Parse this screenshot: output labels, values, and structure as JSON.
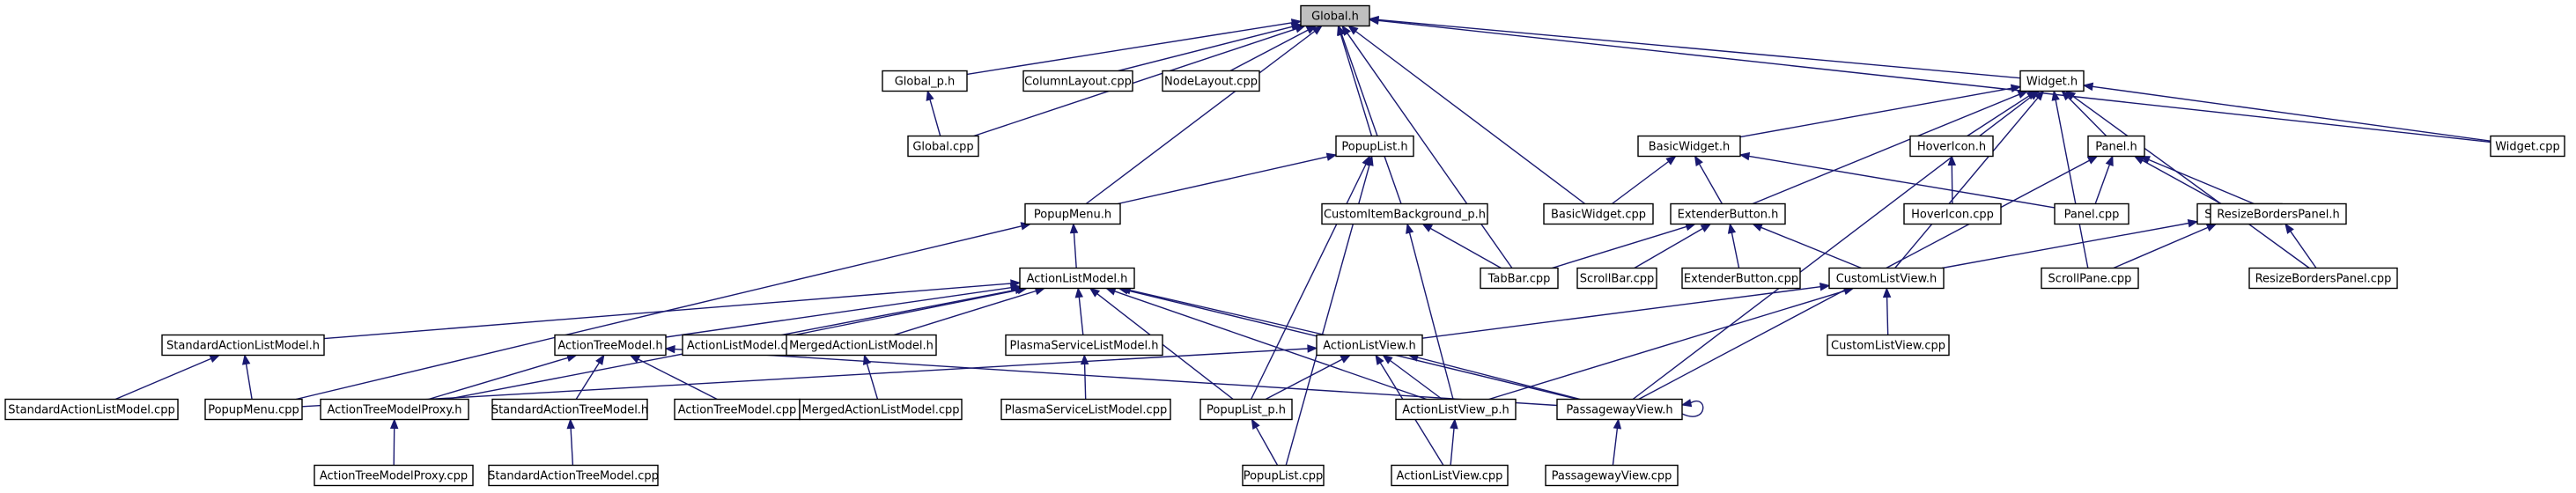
{
  "diagram": {
    "type": "include-dependency-graph",
    "root": "Global.h",
    "colors": {
      "edge": "#191970",
      "root_fill": "#bfbfbf",
      "node_fill": "#ffffff",
      "node_border": "#000000"
    },
    "nodes": [
      {
        "id": "global_h",
        "label": "Global.h",
        "root": true
      },
      {
        "id": "global_p_h",
        "label": "Global_p.h"
      },
      {
        "id": "columnlayout_cpp",
        "label": "ColumnLayout.cpp"
      },
      {
        "id": "nodelayout_cpp",
        "label": "NodeLayout.cpp"
      },
      {
        "id": "widget_h",
        "label": "Widget.h"
      },
      {
        "id": "global_cpp",
        "label": "Global.cpp"
      },
      {
        "id": "popuplist_h",
        "label": "PopupList.h"
      },
      {
        "id": "basicwidget_h",
        "label": "BasicWidget.h"
      },
      {
        "id": "hovericon_h",
        "label": "HoverIcon.h"
      },
      {
        "id": "panel_h",
        "label": "Panel.h"
      },
      {
        "id": "widget_cpp",
        "label": "Widget.cpp"
      },
      {
        "id": "popupmenu_h",
        "label": "PopupMenu.h"
      },
      {
        "id": "customitembackground_p_h",
        "label": "CustomItemBackground_p.h"
      },
      {
        "id": "basicwidget_cpp",
        "label": "BasicWidget.cpp"
      },
      {
        "id": "extenderbutton_h",
        "label": "ExtenderButton.h"
      },
      {
        "id": "hovericon_cpp",
        "label": "HoverIcon.cpp"
      },
      {
        "id": "panel_cpp",
        "label": "Panel.cpp"
      },
      {
        "id": "scrollpane_h",
        "label": "ScrollPane.h"
      },
      {
        "id": "resizeborderspanel_h",
        "label": "ResizeBordersPanel.h"
      },
      {
        "id": "actionlistmodel_h",
        "label": "ActionListModel.h"
      },
      {
        "id": "tabbar_cpp",
        "label": "TabBar.cpp"
      },
      {
        "id": "scrollbar_cpp",
        "label": "ScrollBar.cpp"
      },
      {
        "id": "extenderbutton_cpp",
        "label": "ExtenderButton.cpp"
      },
      {
        "id": "customlistview_h",
        "label": "CustomListView.h"
      },
      {
        "id": "scrollpane_cpp",
        "label": "ScrollPane.cpp"
      },
      {
        "id": "resizeborderspanel_cpp",
        "label": "ResizeBordersPanel.cpp"
      },
      {
        "id": "standardactionlistmodel_h",
        "label": "StandardActionListModel.h"
      },
      {
        "id": "actiontreemodel_h",
        "label": "ActionTreeModel.h"
      },
      {
        "id": "actionlistmodel_cpp",
        "label": "ActionListModel.cpp"
      },
      {
        "id": "mergedactionlistmodel_h",
        "label": "MergedActionListModel.h"
      },
      {
        "id": "plasmaservicelistmodel_h",
        "label": "PlasmaServiceListModel.h"
      },
      {
        "id": "actionlistview_h",
        "label": "ActionListView.h"
      },
      {
        "id": "customlistview_cpp",
        "label": "CustomListView.cpp"
      },
      {
        "id": "standardactionlistmodel_cpp",
        "label": "StandardActionListModel.cpp"
      },
      {
        "id": "popupmenu_cpp",
        "label": "PopupMenu.cpp"
      },
      {
        "id": "actiontreemodelproxy_h",
        "label": "ActionTreeModelProxy.h"
      },
      {
        "id": "standardactiontreemodel_h",
        "label": "StandardActionTreeModel.h"
      },
      {
        "id": "actiontreemodel_cpp",
        "label": "ActionTreeModel.cpp"
      },
      {
        "id": "mergedactionlistmodel_cpp",
        "label": "MergedActionListModel.cpp"
      },
      {
        "id": "plasmaservicelistmodel_cpp",
        "label": "PlasmaServiceListModel.cpp"
      },
      {
        "id": "popuplist_p_h",
        "label": "PopupList_p.h"
      },
      {
        "id": "actionlistview_p_h",
        "label": "ActionListView_p.h"
      },
      {
        "id": "passagewayview_h",
        "label": "PassagewayView.h"
      },
      {
        "id": "actiontreemodelproxy_cpp",
        "label": "ActionTreeModelProxy.cpp"
      },
      {
        "id": "standardactiontreemodel_cpp",
        "label": "StandardActionTreeModel.cpp"
      },
      {
        "id": "popuplist_cpp",
        "label": "PopupList.cpp"
      },
      {
        "id": "actionlistview_cpp",
        "label": "ActionListView.cpp"
      },
      {
        "id": "passagewayview_cpp",
        "label": "PassagewayView.cpp"
      }
    ],
    "edges": [
      [
        "global_p_h",
        "global_h"
      ],
      [
        "columnlayout_cpp",
        "global_h"
      ],
      [
        "nodelayout_cpp",
        "global_h"
      ],
      [
        "widget_h",
        "global_h"
      ],
      [
        "global_cpp",
        "global_h"
      ],
      [
        "popuplist_h",
        "global_h"
      ],
      [
        "popupmenu_h",
        "global_h"
      ],
      [
        "customitembackground_p_h",
        "global_h"
      ],
      [
        "basicwidget_cpp",
        "global_h"
      ],
      [
        "tabbar_cpp",
        "global_h"
      ],
      [
        "widget_cpp",
        "global_h"
      ],
      [
        "global_cpp",
        "global_p_h"
      ],
      [
        "basicwidget_h",
        "widget_h"
      ],
      [
        "hovericon_h",
        "widget_h"
      ],
      [
        "panel_h",
        "widget_h"
      ],
      [
        "widget_cpp",
        "widget_h"
      ],
      [
        "extenderbutton_h",
        "widget_h"
      ],
      [
        "customlistview_h",
        "widget_h"
      ],
      [
        "scrollpane_cpp",
        "widget_h"
      ],
      [
        "resizeborderspanel_cpp",
        "widget_h"
      ],
      [
        "passagewayview_h",
        "widget_h"
      ],
      [
        "popupmenu_h",
        "popuplist_h"
      ],
      [
        "popuplist_p_h",
        "popuplist_h"
      ],
      [
        "popuplist_cpp",
        "popuplist_h"
      ],
      [
        "basicwidget_cpp",
        "basicwidget_h"
      ],
      [
        "extenderbutton_h",
        "basicwidget_h"
      ],
      [
        "panel_cpp",
        "basicwidget_h"
      ],
      [
        "hovericon_cpp",
        "hovericon_h"
      ],
      [
        "panel_cpp",
        "panel_h"
      ],
      [
        "scrollpane_h",
        "panel_h"
      ],
      [
        "resizeborderspanel_h",
        "panel_h"
      ],
      [
        "passagewayview_h",
        "panel_h"
      ],
      [
        "actionlistmodel_h",
        "popupmenu_h"
      ],
      [
        "popupmenu_cpp",
        "popupmenu_h"
      ],
      [
        "tabbar_cpp",
        "customitembackground_p_h"
      ],
      [
        "actionlistview_p_h",
        "customitembackground_p_h"
      ],
      [
        "tabbar_cpp",
        "extenderbutton_h"
      ],
      [
        "scrollbar_cpp",
        "extenderbutton_h"
      ],
      [
        "extenderbutton_cpp",
        "extenderbutton_h"
      ],
      [
        "customlistview_h",
        "extenderbutton_h"
      ],
      [
        "customlistview_h",
        "scrollpane_h"
      ],
      [
        "scrollpane_cpp",
        "scrollpane_h"
      ],
      [
        "resizeborderspanel_cpp",
        "resizeborderspanel_h"
      ],
      [
        "standardactionlistmodel_h",
        "actionlistmodel_h"
      ],
      [
        "actiontreemodel_h",
        "actionlistmodel_h"
      ],
      [
        "actionlistmodel_cpp",
        "actionlistmodel_h"
      ],
      [
        "mergedactionlistmodel_h",
        "actionlistmodel_h"
      ],
      [
        "plasmaservicelistmodel_h",
        "actionlistmodel_h"
      ],
      [
        "actionlistview_h",
        "actionlistmodel_h"
      ],
      [
        "actiontreemodelproxy_h",
        "actionlistmodel_h"
      ],
      [
        "popuplist_p_h",
        "actionlistmodel_h"
      ],
      [
        "actionlistview_p_h",
        "actionlistmodel_h"
      ],
      [
        "passagewayview_h",
        "actionlistmodel_h"
      ],
      [
        "actionlistview_h",
        "customlistview_h"
      ],
      [
        "customlistview_cpp",
        "customlistview_h"
      ],
      [
        "actionlistview_p_h",
        "customlistview_h"
      ],
      [
        "standardactionlistmodel_cpp",
        "standardactionlistmodel_h"
      ],
      [
        "popupmenu_cpp",
        "standardactionlistmodel_h"
      ],
      [
        "actiontreemodelproxy_h",
        "actiontreemodel_h"
      ],
      [
        "standardactiontreemodel_h",
        "actiontreemodel_h"
      ],
      [
        "actiontreemodel_cpp",
        "actiontreemodel_h"
      ],
      [
        "passagewayview_h",
        "actiontreemodel_h"
      ],
      [
        "mergedactionlistmodel_cpp",
        "mergedactionlistmodel_h"
      ],
      [
        "plasmaservicelistmodel_cpp",
        "plasmaservicelistmodel_h"
      ],
      [
        "popupmenu_cpp",
        "actionlistview_h"
      ],
      [
        "popuplist_p_h",
        "actionlistview_h"
      ],
      [
        "actionlistview_p_h",
        "actionlistview_h"
      ],
      [
        "actionlistview_cpp",
        "actionlistview_h"
      ],
      [
        "passagewayview_h",
        "actionlistview_h"
      ],
      [
        "actiontreemodelproxy_cpp",
        "actiontreemodelproxy_h"
      ],
      [
        "standardactiontreemodel_cpp",
        "standardactiontreemodel_h"
      ],
      [
        "popuplist_cpp",
        "popuplist_p_h"
      ],
      [
        "actionlistview_cpp",
        "actionlistview_p_h"
      ],
      [
        "passagewayview_h",
        "passagewayview_h"
      ],
      [
        "passagewayview_cpp",
        "passagewayview_h"
      ]
    ]
  }
}
